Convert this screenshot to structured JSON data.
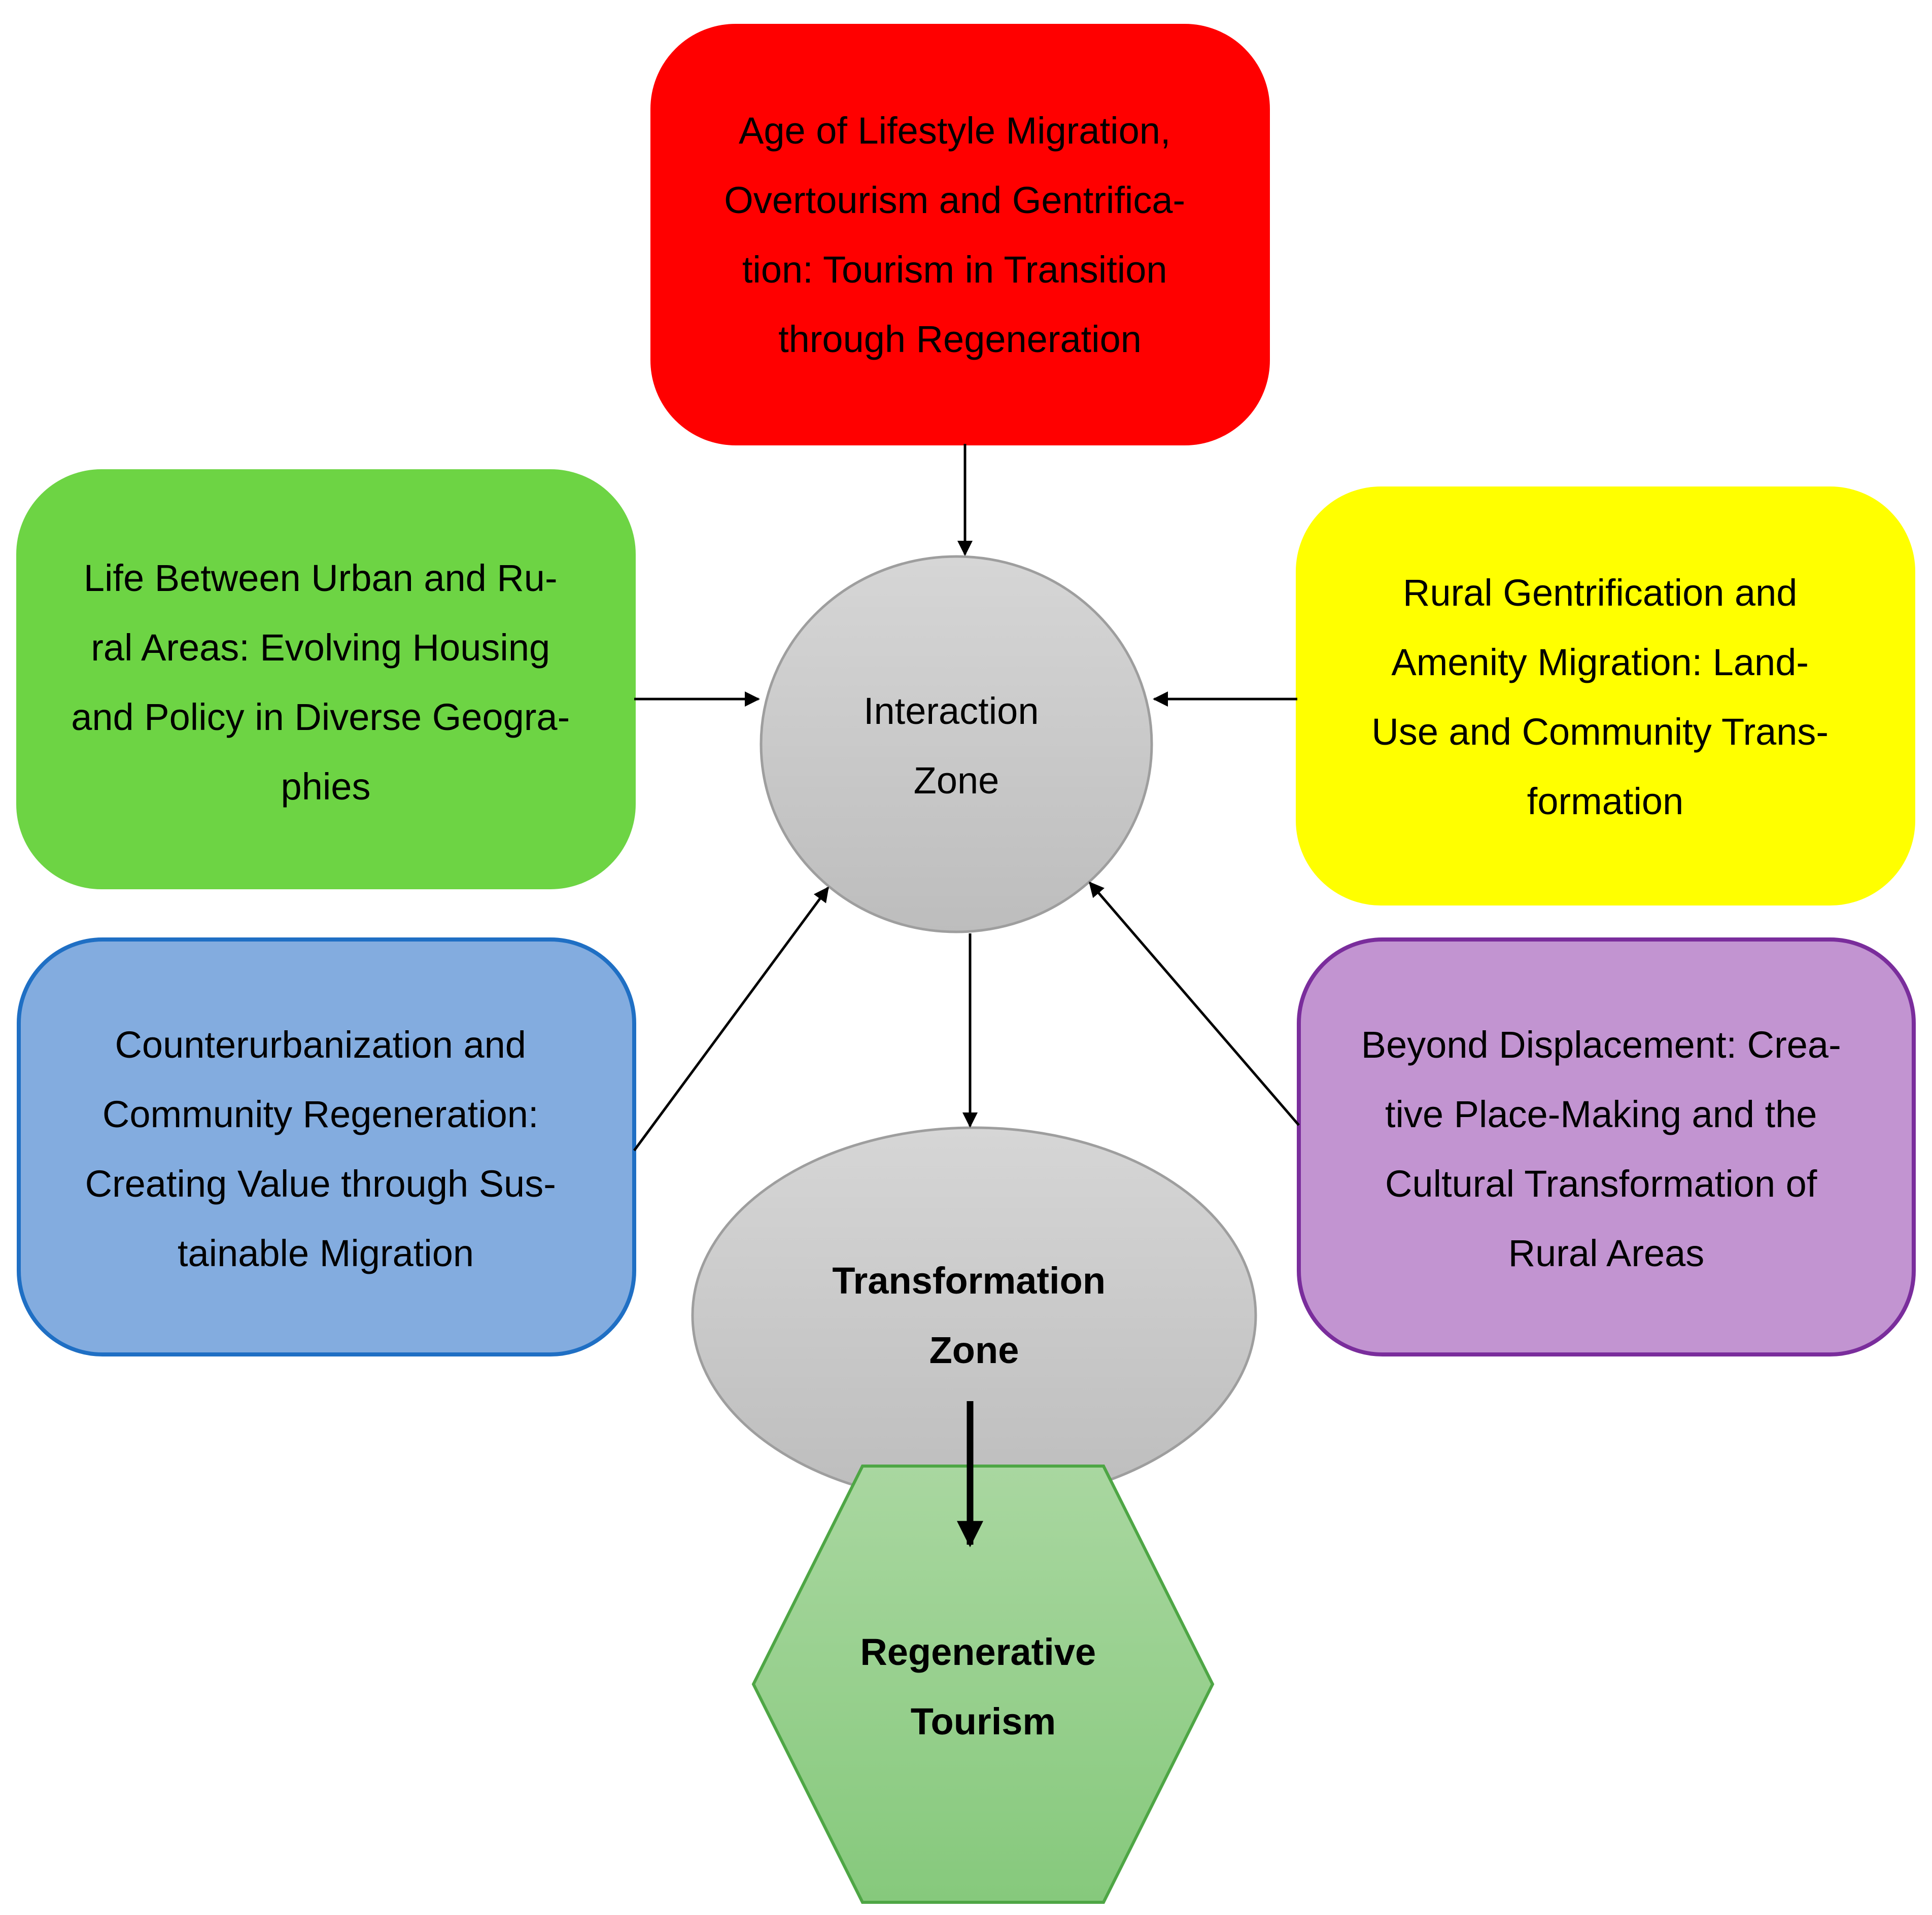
{
  "boxes": {
    "top": {
      "lines": [
        "Age of Lifestyle Migration,",
        "Overtourism and Gentrifica-",
        "tion: Tourism in Transition",
        "through Regeneration"
      ],
      "fill": "#ff0000",
      "stroke": "#ff0000"
    },
    "left_upper": {
      "lines": [
        "Life Between Urban and Ru-",
        "ral Areas: Evolving Housing",
        "and Policy in Diverse Geogra-",
        "phies"
      ],
      "fill": "#6dd444",
      "stroke": "#6dd444"
    },
    "right_upper": {
      "lines": [
        "Rural Gentrification and",
        "Amenity Migration: Land-",
        "Use and Community Trans-",
        "formation"
      ],
      "fill": "#ffff00",
      "stroke": "#ffff00"
    },
    "left_lower": {
      "lines": [
        "Counterurbanization and",
        "Community Regeneration:",
        "Creating Value through Sus-",
        "tainable Migration"
      ],
      "fill": "#83acdf",
      "stroke": "#1f6fc4"
    },
    "right_lower": {
      "lines": [
        "Beyond Displacement: Crea-",
        "tive Place-Making and the",
        "Cultural Transformation of",
        "Rural Areas"
      ],
      "fill": "#c294d1",
      "stroke": "#7a2d9c"
    }
  },
  "interaction_zone": {
    "lines": [
      "Interaction",
      "Zone"
    ]
  },
  "transformation_zone": {
    "lines": [
      "Transformation",
      "Zone"
    ]
  },
  "regenerative_tourism": {
    "lines": [
      "Regenerative",
      "Tourism"
    ],
    "fill_top": "#a9d7a0",
    "fill_bottom": "#86c97c",
    "stroke": "#4ea645"
  },
  "zone_fill_top": "#d6d6d6",
  "zone_fill_bottom": "#bdbdbd",
  "zone_stroke": "#9e9e9e",
  "arrow_color": "#000000"
}
